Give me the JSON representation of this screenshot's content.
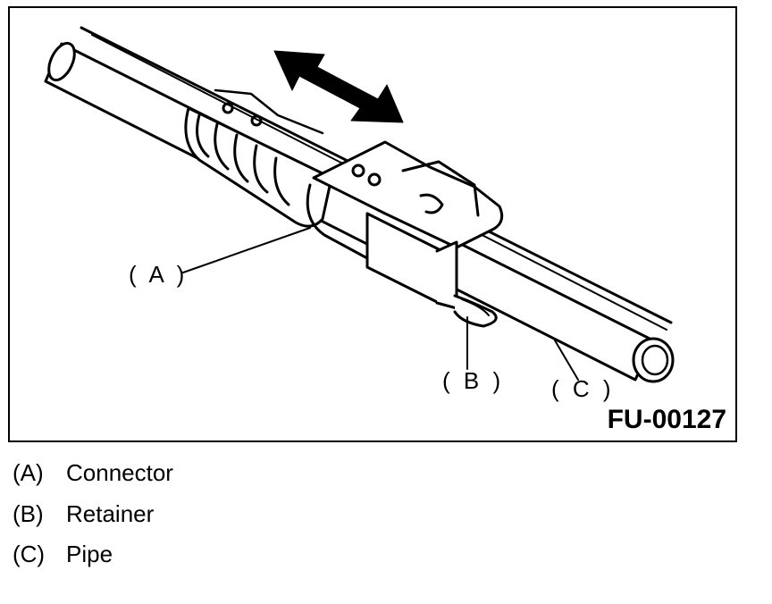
{
  "figure": {
    "figure_id": "FU-00127",
    "callouts": [
      {
        "key": "A",
        "text": "( A )"
      },
      {
        "key": "B",
        "text": "( B )"
      },
      {
        "key": "C",
        "text": "( C )"
      }
    ],
    "motion_arrow_icon": "double-arrow-icon"
  },
  "legend": [
    {
      "key": "(A)",
      "label": "Connector"
    },
    {
      "key": "(B)",
      "label": "Retainer"
    },
    {
      "key": "(C)",
      "label": "Pipe"
    }
  ]
}
